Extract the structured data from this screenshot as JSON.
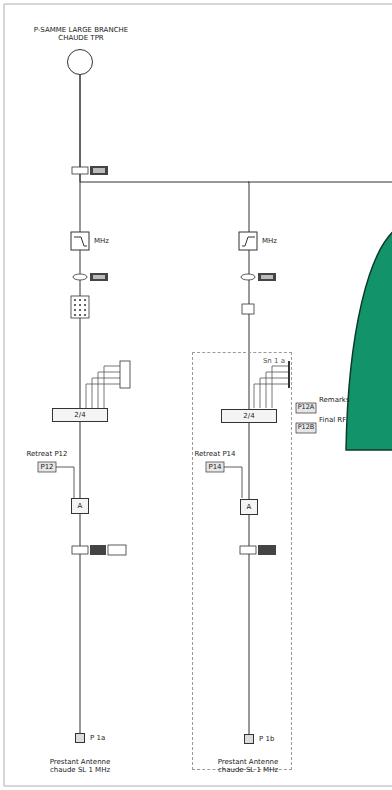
{
  "diagram": {
    "nodes": [
      {
        "text": [
          "P-SAMME LARGE BRANCHE CHAUDE TPR"
        ]
      },
      {
        "text": [
          "2/4"
        ]
      },
      {
        "text": [
          "Sn 1 a"
        ]
      },
      {
        "text": [
          "2/4"
        ],
        "in": 2
      },
      {
        "text": [
          "A"
        ]
      },
      {
        "text": [
          "A"
        ],
        "in": 2
      },
      {
        "text": [
          "P 1a"
        ]
      },
      {
        "text": [
          "P 1b"
        ],
        "in": 2
      }
    ],
    "edges": [
      {
        "from": 0,
        "to": 1,
        "arrow": "none"
      },
      {
        "from": 0,
        "to": 3,
        "arrow": "none"
      },
      {
        "from": 1,
        "to": 4,
        "arrow": "none"
      },
      {
        "from": 3,
        "to": 5,
        "arrow": "none"
      },
      {
        "from": 4,
        "to": 6,
        "arrow": "none"
      },
      {
        "from": 5,
        "to": 7,
        "arrow": "none"
      }
    ],
    "labels": [
      "MHz",
      "MHz",
      "Retreat P12",
      "P12",
      "Retreat P14",
      "P14",
      "Remarks",
      "P12A",
      "Final RF",
      "P12B",
      "Prestant Antenne chaude SL 1 MHz",
      "Prestant Antenne chaude SL 1 MHz"
    ]
  }
}
